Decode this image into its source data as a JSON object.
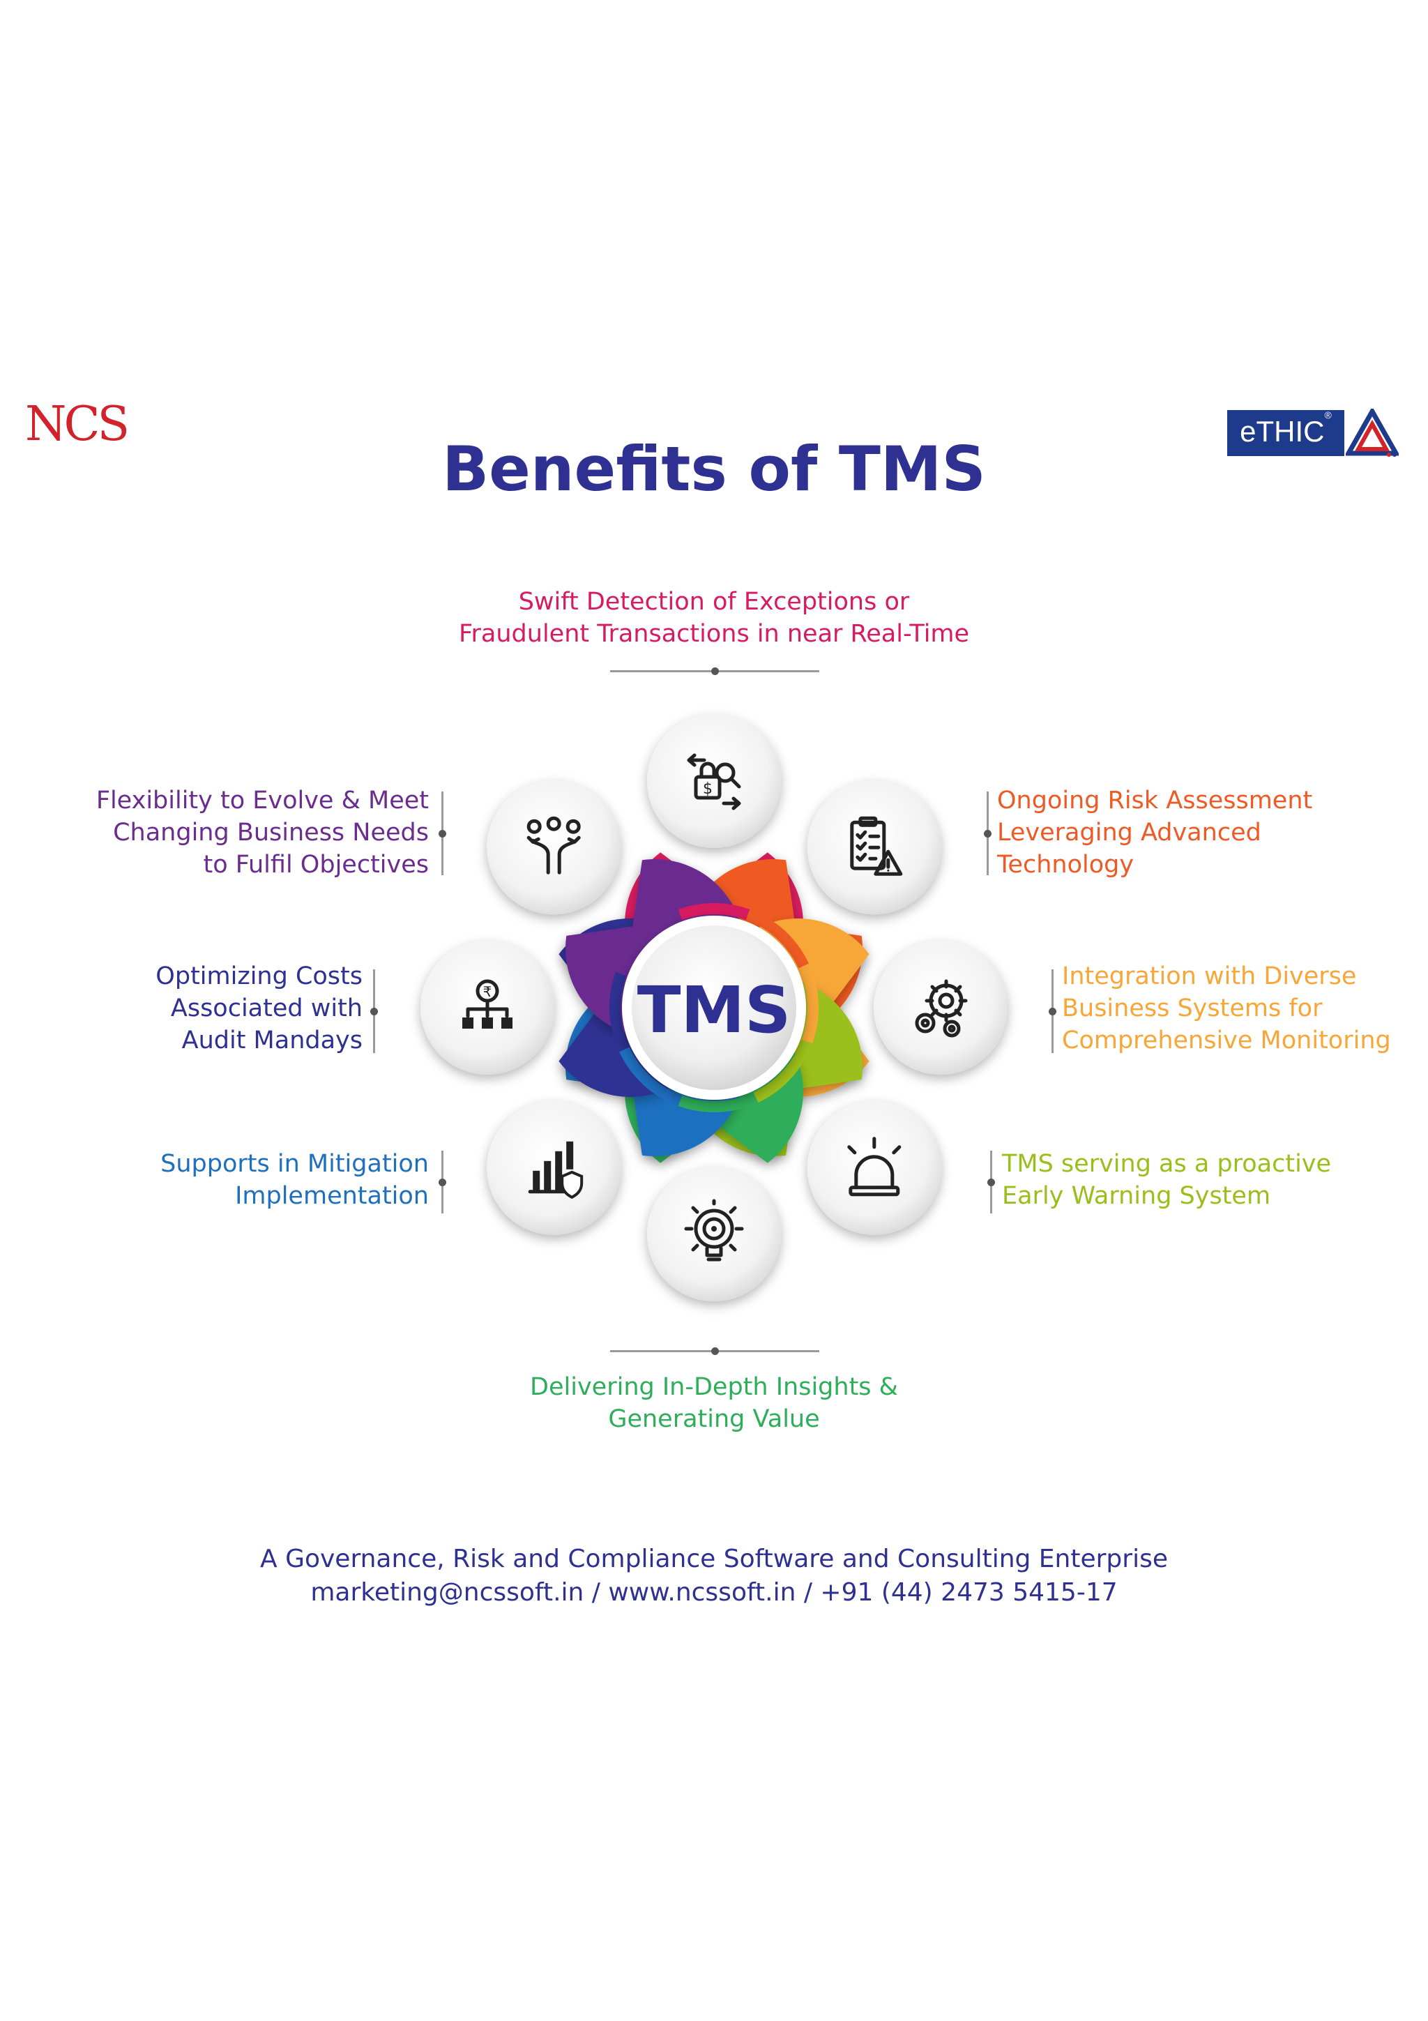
{
  "header": {
    "logo_left": "NCS",
    "logo_right": "eTHIC",
    "title": "Benefits of TMS"
  },
  "center": {
    "label": "TMS"
  },
  "benefits": [
    {
      "id": "top",
      "lines": [
        "Swift Detection of Exceptions or",
        "Fraudulent Transactions in near Real-Time"
      ],
      "color": "#d81b60",
      "icon": "fraud-detection-icon"
    },
    {
      "id": "top-right",
      "lines": [
        "Ongoing Risk Assessment",
        "Leveraging Advanced",
        "Technology"
      ],
      "color": "#ef5a24",
      "icon": "risk-checklist-icon"
    },
    {
      "id": "right",
      "lines": [
        "Integration with Diverse",
        "Business Systems for",
        "Comprehensive Monitoring"
      ],
      "color": "#f7a637",
      "icon": "gears-integration-icon"
    },
    {
      "id": "bottom-right",
      "lines": [
        "TMS serving as a proactive",
        "Early Warning System"
      ],
      "color": "#9bbf1a",
      "icon": "alarm-light-icon"
    },
    {
      "id": "bottom",
      "lines": [
        "Delivering In-Depth Insights &",
        "Generating Value"
      ],
      "color": "#2eae5a",
      "icon": "insight-bulb-icon"
    },
    {
      "id": "bottom-left",
      "lines": [
        "Supports in Mitigation",
        "Implementation"
      ],
      "color": "#1f6fbf",
      "icon": "mitigation-chart-icon"
    },
    {
      "id": "left",
      "lines": [
        "Optimizing Costs",
        "Associated with",
        "Audit Mandays"
      ],
      "color": "#2e3192",
      "icon": "cost-hierarchy-icon"
    },
    {
      "id": "top-left",
      "lines": [
        "Flexibility to Evolve & Meet",
        "Changing Business Needs",
        "to Fulfil Objectives"
      ],
      "color": "#6a2c8f",
      "icon": "flexible-paths-icon"
    }
  ],
  "footer": {
    "tagline": "A Governance, Risk and Compliance Software and Consulting Enterprise",
    "contact": "marketing@ncssoft.in / www.ncssoft.in / +91 (44) 2473 5415-17"
  }
}
